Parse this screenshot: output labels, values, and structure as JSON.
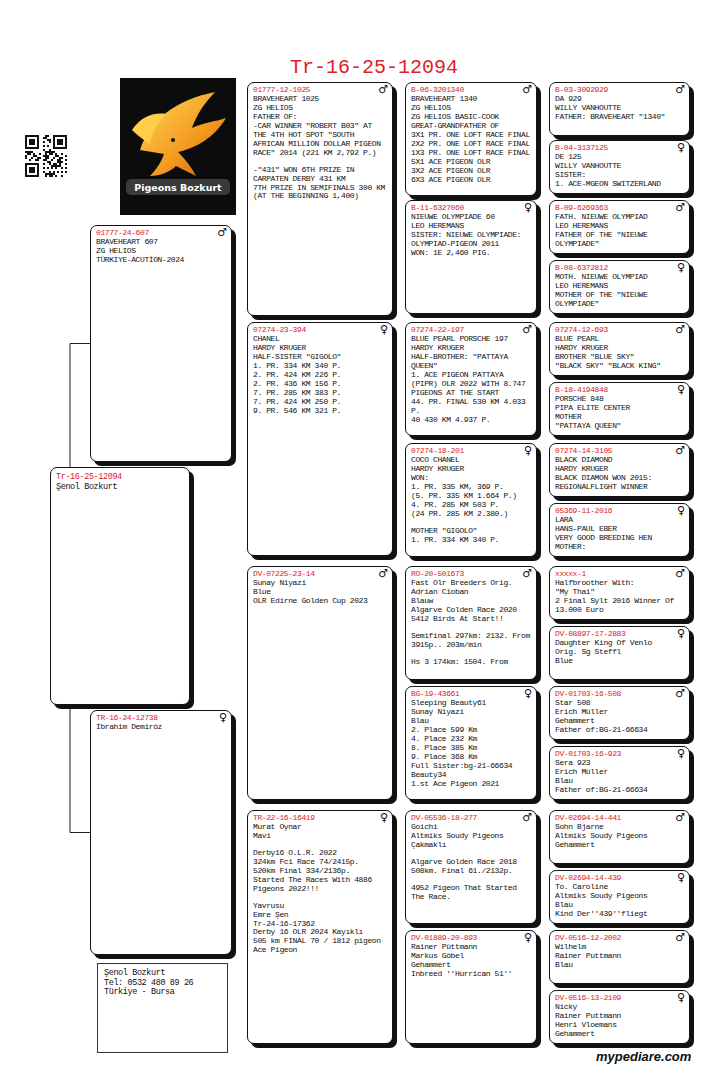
{
  "diagram": {
    "title": "Tr-16-25-12094",
    "nodes": [
      {
        "text": [
          "Tr-16-25-12094",
          "Şenol Bozkurt"
        ]
      },
      {
        "text": [
          "♂",
          "01777-24-607",
          "BRAVEHEART 607",
          "ZG HELIOS",
          "TÜRKIYE-ACUTİON-2024"
        ]
      },
      {
        "text": [
          "♀",
          "TR-16-24-12738",
          "İbrahim Demiröz"
        ]
      },
      {
        "text": [
          "Şenol Bozkurt",
          "Tel: 0532 480 89 26",
          "Türkiye - Bursa"
        ]
      },
      {
        "text": [
          "♂",
          "01777-12-1025",
          "BRAVEHEART 1025",
          "ZG HELIOS",
          "FATHER OF:",
          "-CAR WINNER \"ROBERT B03\" AT THE 4TH HOT SPOT \"SOUTH AFRICAN MILLION DOLLAR PIGEON RACE\" 2014 (221 KM 2,792 P.)",
          "-\"431\" WON 6TH PRIZE IN CARPATEN DERBY 431 KM",
          "7TH PRIZE IN SEMIFINALS 300 KM (AT THE BEGINNING 1,400)"
        ]
      },
      {
        "text": [
          "♀",
          "07274-23-394",
          "CHANEL",
          "HARDY KRUGER",
          "HALF-SISTER \"GIGOLO\"",
          "1. PR. 334 KM 340 P.",
          "2. PR. 424 KM 226 P.",
          "2. PR. 436 KM 156 P.",
          "7. PR. 285 KM 383 P.",
          "7. PR. 424 KM 250 P.",
          "9. PR. 546 KM 321 P."
        ]
      },
      {
        "text": [
          "♂",
          "DV-07225-23-14",
          "Sunay Niyazi",
          "Blue",
          "OLR Edirne Golden Cup 2023"
        ]
      },
      {
        "text": [
          "♀",
          "TR-22-16-16419",
          "Murat Oynar",
          "Mavi",
          "Derby16 O.L.R. 2022",
          "324km Fci Race 74/2415p.",
          "520km Final 334/2136p.",
          "Started The Races With 4886 Pigeons 2022!!!",
          "Yavrusu",
          "Emre Şen",
          "Tr-24-16-17362",
          "Derby 16 OLR 2024 Kayıklı",
          "505 km FINAL 70 / 1812 pigeon",
          "Ace Pigeon"
        ]
      },
      {
        "text": [
          "♂",
          "B-06-3201340",
          "BRAVEHEART 1340",
          "ZG HELIOS",
          "ZG HELIOS BASIC-COOK",
          "GREAT-GRANDFATHER OF",
          "3X1 PR. ONE LOFT RACE FINAL",
          "2X2 PR. ONE LOFT RACE FINAL",
          "1X3 PR. ONE LOFT RACE FINAL",
          "5X1 ACE PIGEON OLR",
          "3X2 ACE PIGEON OLR",
          "6X3 ACE PIGEON OLR"
        ]
      },
      {
        "text": [
          "♀",
          "B-11-6327060",
          "NIEUWE OLYMPIADE 60",
          "LEO HEREMANS",
          "SISTER: NIEUWE OLYMPIADE: OLYMPIAD-PIGEON 2011",
          "WON: 1E 2,460 PIG."
        ]
      },
      {
        "text": [
          "♂",
          "07274-22-197",
          "BLUE PEARL PORSCHE 197",
          "HARDY KRUGER",
          "HALF-BROTHER: \"PATTAYA QUEEN\"",
          "1. ACE PIGEON PATTAYA (PIPR) OLR 2022 WITH 8.747 PIGEONS AT THE START",
          "44. PR. FINAL 530 KM 4.033 P.",
          "40 430 KM 4.937 P."
        ]
      },
      {
        "text": [
          "♀",
          "07274-18-201",
          "COCO CHANEL",
          "HARDY KRUGER",
          "WON:",
          "1. PR. 335 KM, 369 P.",
          "(5. PR. 335 KM 1.664 P.)",
          "4. PR. 285 KM 503 P.",
          "(24 PR. 285 KM 2.380.)",
          "MOTHER \"GIGOLO\"",
          "1. PR. 334 KM 340 P."
        ]
      },
      {
        "text": [
          "♂",
          "RO-20-501673",
          "Fast Olr Breeders Orig.",
          "Adrian Cioban",
          "Blauw",
          "Algarve Colden Race 2020 5412 Birds At Start!!",
          "Semifinal 297km: 2132. From 3915p.. 203m/min",
          "Hs 3 174km: 1504. From"
        ]
      },
      {
        "text": [
          "♀",
          "BG-19-43661",
          "Sleeping Beauty61",
          "Sunay Niyazi",
          "Blau",
          "2. Place 599 Km",
          "4. Place 232 Km",
          "8. Place 385 Km",
          "9. Place 368 Km",
          "Full Sister:bg-21-66634 Beauty34",
          "1.st Ace Pigeon 2021"
        ]
      },
      {
        "text": [
          "♂",
          "DV-05536-18-277",
          "Goichi",
          "Altmiks Soudy Pigeons",
          "Çakmaklı",
          "Algarve Golden Race 2018 508km. Final 61./2132p.",
          "4952 Pigeon That Started The Race."
        ]
      },
      {
        "text": [
          "♀",
          "DV-01889-20-893",
          "Rainer Püttmann",
          "Markus Göbel",
          "Gehammert",
          "Inbreed ''Hurrican 51''"
        ]
      },
      {
        "text": [
          "♂",
          "B-03-3092929",
          "DA 929",
          "WILLY VANHOUTTE",
          "FATHER: BRAVEHEART \"1340\""
        ]
      },
      {
        "text": [
          "♀",
          "B-04-3137125",
          "DE 125",
          "WILLY VANHOUTTE",
          "SISTER:",
          "1. ACE-MGEON SWITZERLAND"
        ]
      },
      {
        "text": [
          "♂",
          "B-09-6269363",
          "FATH. NIEUWE OLYMPIAD",
          "LEO HEREMANS",
          "FATHER OF THE \"NIEUWE OLYMPIADE\""
        ]
      },
      {
        "text": [
          "♀",
          "B-08-6372812",
          "MOTH. NIEUWE OLYMPIAD",
          "LEO HEREMANS",
          "MOTHER OF THE \"NIEUWE OLYMPIADE\""
        ]
      },
      {
        "text": [
          "♂",
          "07274-12-693",
          "BLUE PEARL",
          "HARDY KRUGER",
          "BROTHER \"BLUE SKY\"",
          "\"BLACK SKY\" \"BLACK KING\""
        ]
      },
      {
        "text": [
          "♀",
          "B-18-4194848",
          "PORSCHE 848",
          "PIPA ELITE CENTER",
          "MOTHER",
          "\"PATTAYA QUEEN\""
        ]
      },
      {
        "text": [
          "♂",
          "07274-14-3105",
          "BLACK DIAMOND",
          "HARDY KRUGER",
          "BLACK DIAMON WON 2015: REGIONALFLIGHT WINNER"
        ]
      },
      {
        "text": [
          "♀",
          "05369-11-2016",
          "LARA",
          "HANS-PAUL EBER",
          "VERY GOOD BREEDING HEN",
          "MOTHER:"
        ]
      },
      {
        "text": [
          "♂",
          "xxxxx-1",
          "Halfbroother With:",
          "\"My Thai\"",
          "2 Final Sylt 2016 Winner Of 13.000 Euro"
        ]
      },
      {
        "text": [
          "♀",
          "DV-08897-17-2883",
          "Daughter King Of Venlo",
          "Orig. Sg Steffl",
          "Blue"
        ]
      },
      {
        "text": [
          "♂",
          "DV-01703-16-508",
          "Star 508",
          "Erich Müller",
          "Gehammert",
          "Father of:BG-21-66634"
        ]
      },
      {
        "text": [
          "♀",
          "DV-01703-16-923",
          "Sera 923",
          "Erich Müller",
          "Blau",
          "Father of:BG-21-66634"
        ]
      },
      {
        "text": [
          "♂",
          "DV-02694-14-441",
          "Sohn Bjarne",
          "Altmiks Soudy Pigeons",
          "Gehammert"
        ]
      },
      {
        "text": [
          "♀",
          "DV-02694-14-439",
          "To. Caroline",
          "Altmiks Soudy Pigeons",
          "Blau",
          "Kind Der''439''fliegt"
        ]
      },
      {
        "text": [
          "♂",
          "DV-0516-12-2002",
          "Wilhelm",
          "Rainer Puttmann",
          "Blau"
        ]
      },
      {
        "text": [
          "♀",
          "DV-0516-13-2109",
          "Nicky",
          "Rainer Puttmann",
          "Henri Vloemans",
          "Gehammert"
        ]
      }
    ],
    "edges": [
      {
        "from": 0,
        "to": 1,
        "arrow": "none"
      },
      {
        "from": 0,
        "to": 2,
        "arrow": "none"
      }
    ],
    "labels": [
      "Pigeons Bozkurt",
      "mypediare.com"
    ]
  }
}
